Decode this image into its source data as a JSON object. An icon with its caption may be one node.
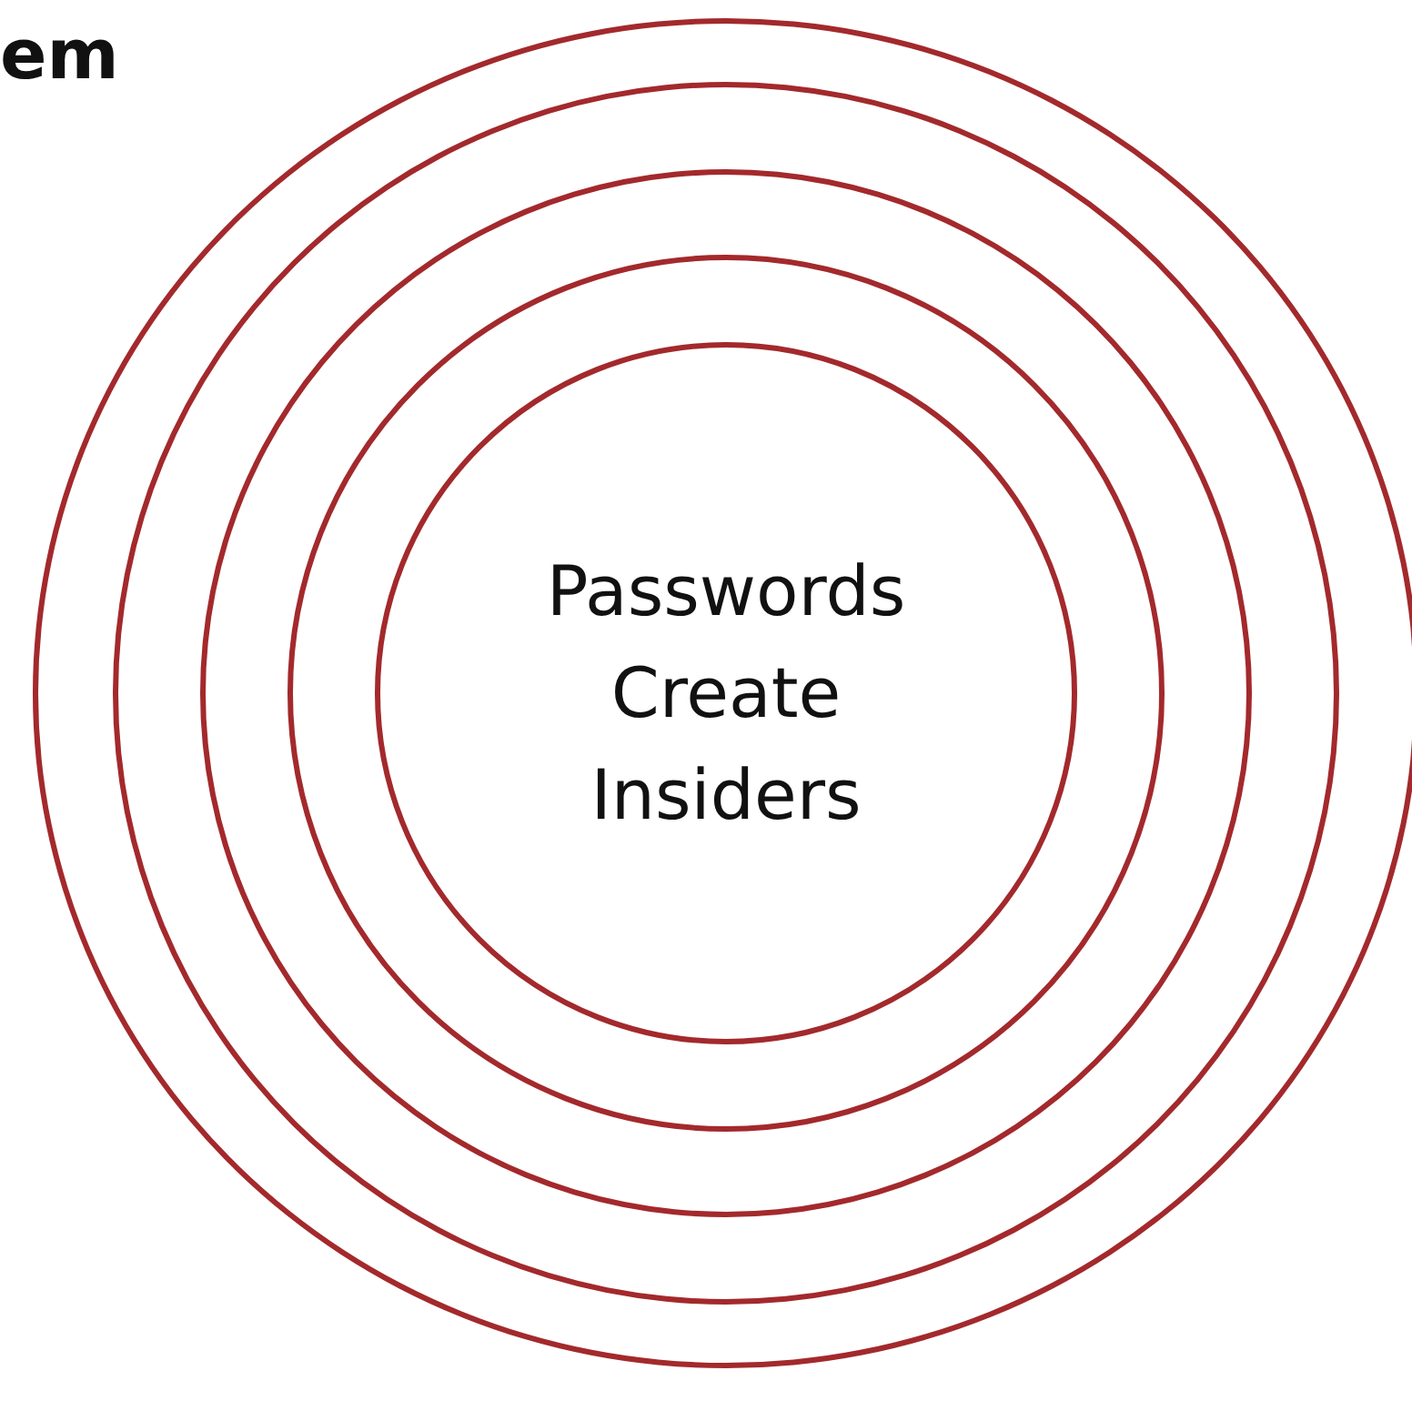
{
  "diagram": {
    "title": "em",
    "nodes": [
      {
        "text": [],
        "shape": "circle"
      },
      {
        "text": [],
        "shape": "circle",
        "in": 0
      },
      {
        "text": [],
        "shape": "circle",
        "in": 1
      },
      {
        "text": [],
        "shape": "circle",
        "in": 2
      },
      {
        "text": [
          "Passwords Create Insiders"
        ],
        "in": 3
      }
    ]
  }
}
